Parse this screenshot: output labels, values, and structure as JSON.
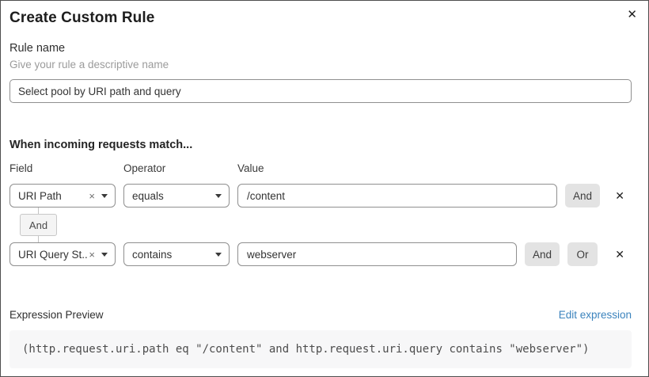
{
  "dialog": {
    "title": "Create Custom Rule"
  },
  "icons": {
    "close": "✕",
    "clear": "×",
    "delete": "✕"
  },
  "rule_name": {
    "label": "Rule name",
    "helper": "Give your rule a descriptive name",
    "value": "Select pool by URI path and query"
  },
  "match": {
    "heading": "When incoming requests match...",
    "columns": {
      "field": "Field",
      "operator": "Operator",
      "value": "Value"
    },
    "rows": [
      {
        "field": "URI Path",
        "operator": "equals",
        "value": "/content",
        "and_label": "And"
      },
      {
        "field": "URI Query St...",
        "operator": "contains",
        "value": "webserver",
        "and_label": "And",
        "or_label": "Or"
      }
    ],
    "connector_label": "And"
  },
  "expression": {
    "label": "Expression Preview",
    "edit_link": "Edit expression",
    "code": "(http.request.uri.path eq \"/content\" and http.request.uri.query contains \"webserver\")"
  },
  "colors": {
    "link": "#3b83bd",
    "button_bg": "#e3e3e3",
    "code_bg": "#f7f7f8",
    "border": "#8f8f8f"
  }
}
